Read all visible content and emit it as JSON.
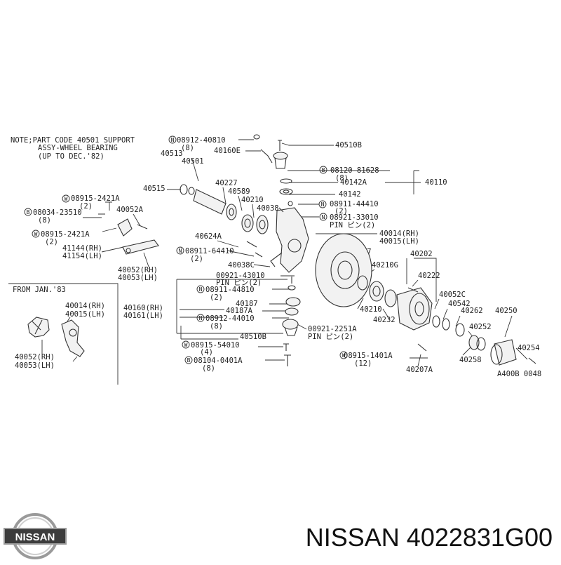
{
  "note": {
    "line1": "NOTE;PART CODE 40501 SUPPORT",
    "line2": "ASSY-WHEEL BEARING",
    "line3": "(UP TO DEC.'82)"
  },
  "inset": {
    "title": "FROM JAN.'83",
    "labels": [
      "40014(RH)",
      "40015(LH)",
      "40052(RH)",
      "40053(LH)"
    ]
  },
  "labels": [
    "08912-40810",
    "(8)",
    "40160E",
    "40510B",
    "40513",
    "40501",
    "08120-81628",
    "(8)",
    "40142A",
    "40110",
    "40142",
    "40515",
    "40227",
    "40589",
    "40210",
    "08915-2421A",
    "(2)",
    "40052A",
    "08034-23510",
    "(8)",
    "40038",
    "08911-44410",
    "(2)",
    "08921-33010",
    "PIN ピン(2)",
    "08915-2421A",
    "(2)",
    "41144(RH)",
    "41154(LH)",
    "40624A",
    "08911-64410",
    "(2)",
    "40014(RH)",
    "40015(LH)",
    "40202",
    "40207",
    "40038C",
    "40210G",
    "40222",
    "40052(RH)",
    "40053(LH)",
    "00921-43010",
    "PIN ピン(2)",
    "08911-44810",
    "(2)",
    "40187",
    "40160(RH)",
    "40161(LH)",
    "40187A",
    "08912-44010",
    "(8)",
    "40210",
    "40052C",
    "40542",
    "40262",
    "40250",
    "40232",
    "00921-2251A",
    "PIN ピン(2)",
    "40510B",
    "40252",
    "08915-54010",
    "(4)",
    "08915-1401A",
    "(12)",
    "40254",
    "08104-0401A",
    "(8)",
    "40258",
    "40207A",
    "A400B 0048"
  ],
  "footer": {
    "logo_text": "NISSAN",
    "part_number": "NISSAN 4022831G00"
  }
}
